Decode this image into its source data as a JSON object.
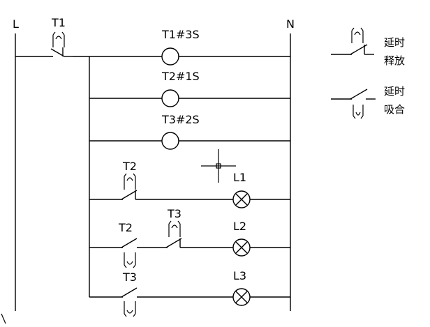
{
  "rails": {
    "left": "L",
    "right": "N"
  },
  "timers": {
    "t1_contact": "T1",
    "t1_coil": "T1#3S",
    "t2_coil": "T2#1S",
    "t3_coil": "T3#2S",
    "t2_contact_a": "T2",
    "t2_contact_b": "T2",
    "t3_contact_a": "T3",
    "t3_contact_b": "T3"
  },
  "lamps": {
    "l1": "L1",
    "l2": "L2",
    "l3": "L3"
  },
  "legend": {
    "off_delay_line1": "延时",
    "off_delay_line2": "释放",
    "on_delay_line1": "延时",
    "on_delay_line2": "吸合"
  }
}
